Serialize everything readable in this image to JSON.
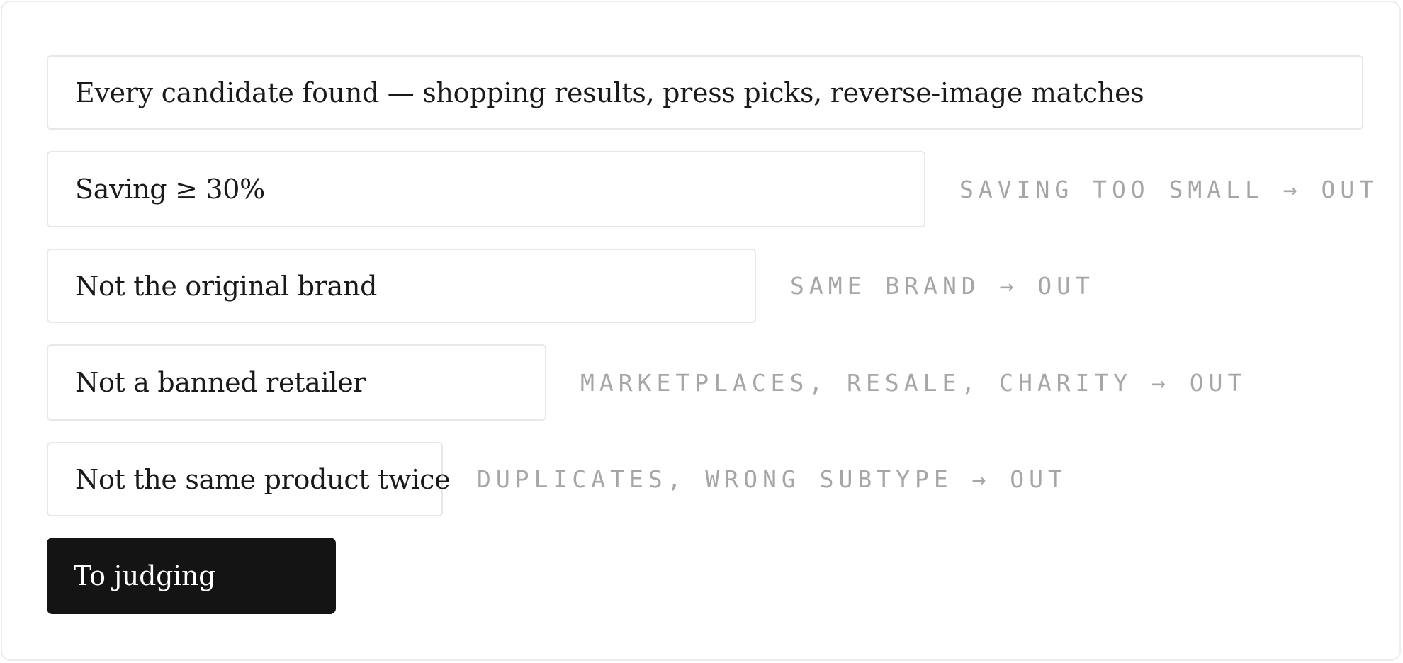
{
  "funnel": {
    "start": {
      "label": "Every candidate found — shopping results, press picks, reverse-image matches"
    },
    "filters": [
      {
        "label": "Saving ≥ 30%",
        "rejection": "SAVING TOO SMALL → OUT"
      },
      {
        "label": "Not the original brand",
        "rejection": "SAME BRAND → OUT"
      },
      {
        "label": "Not a banned retailer",
        "rejection": "MARKETPLACES, RESALE, CHARITY → OUT"
      },
      {
        "label": "Not the same product twice",
        "rejection": "DUPLICATES, WRONG SUBTYPE → OUT"
      }
    ],
    "end": {
      "label": "To judging"
    }
  },
  "colors": {
    "box_border": "#e8e8e8",
    "note_text": "#a6a6a6",
    "cta_background": "#141414",
    "cta_text": "#ffffff"
  }
}
